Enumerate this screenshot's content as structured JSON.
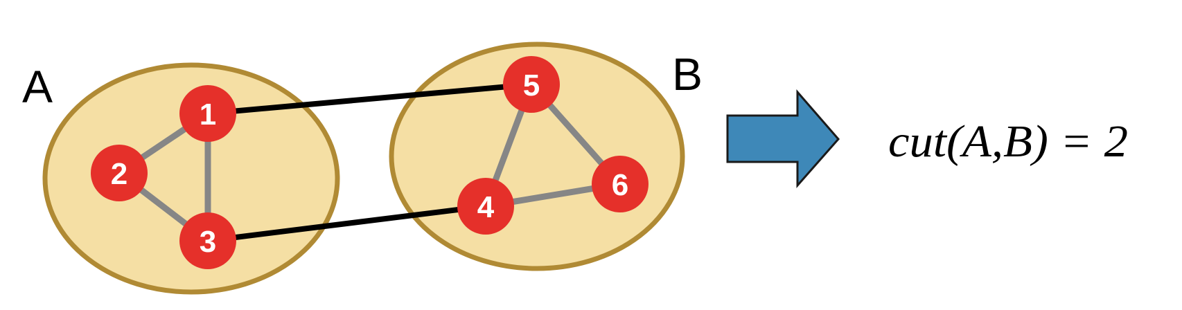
{
  "sets": {
    "A": {
      "label": "A",
      "nodes": [
        "1",
        "2",
        "3"
      ]
    },
    "B": {
      "label": "B",
      "nodes": [
        "4",
        "5",
        "6"
      ]
    }
  },
  "nodes": [
    {
      "id": "1",
      "label": "1"
    },
    {
      "id": "2",
      "label": "2"
    },
    {
      "id": "3",
      "label": "3"
    },
    {
      "id": "4",
      "label": "4"
    },
    {
      "id": "5",
      "label": "5"
    },
    {
      "id": "6",
      "label": "6"
    }
  ],
  "edges": [
    {
      "from": "1",
      "to": "2",
      "type": "internal"
    },
    {
      "from": "1",
      "to": "3",
      "type": "internal"
    },
    {
      "from": "2",
      "to": "3",
      "type": "internal"
    },
    {
      "from": "5",
      "to": "4",
      "type": "internal"
    },
    {
      "from": "5",
      "to": "6",
      "type": "internal"
    },
    {
      "from": "4",
      "to": "6",
      "type": "internal"
    },
    {
      "from": "1",
      "to": "5",
      "type": "cut"
    },
    {
      "from": "3",
      "to": "4",
      "type": "cut"
    }
  ],
  "formula": "cut(A,B) = 2",
  "colors": {
    "region_fill": "#f5dfa4",
    "region_stroke": "#b08a34",
    "node_fill": "#e5302a",
    "internal_edge": "#868686",
    "cut_edge": "#000000",
    "arrow_fill": "#3e88b8"
  }
}
